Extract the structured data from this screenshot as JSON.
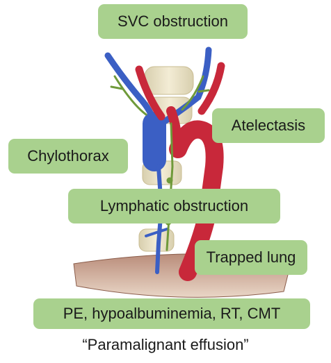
{
  "labels": {
    "svc": "SVC obstruction",
    "atelectasis": "Atelectasis",
    "chylothorax": "Chylothorax",
    "lymphatic": "Lymphatic  obstruction",
    "trapped": "Trapped lung",
    "causes": "PE, hypoalbuminemia, RT, CMT"
  },
  "caption": "“Paramalignant effusion”",
  "colors": {
    "label_fill": "#a9d18e",
    "vein": "#3b5fc4",
    "artery": "#c8283a",
    "lymphatic": "#6f9a3a"
  }
}
